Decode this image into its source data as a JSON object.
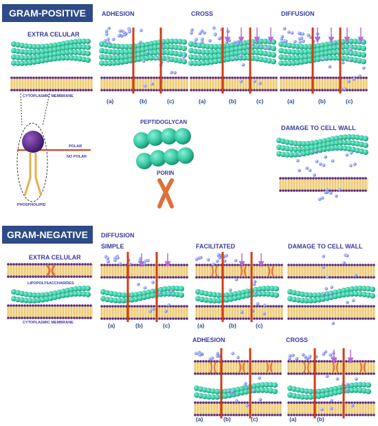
{
  "gram_positive": {
    "banner": "GRAM-POSITIVE",
    "extra_celular": "EXTRA CELULAR",
    "cytoplasmic_membrane": "CYTOPLASMIC MEMBRANE",
    "polar": "POLAR",
    "no_polar": "NO POLAR",
    "phospholipid": "PHOSPHOLIPID",
    "peptidoglycan": "PEPTIDOGLYCAN",
    "porin": "PORIN",
    "adhesion": "ADHESION",
    "cross": "CROSS",
    "diffusion": "DIFFUSION",
    "damage": "DAMAGE TO CELL WALL"
  },
  "gram_negative": {
    "banner": "GRAM-NEGATIVE",
    "diffusion": "DIFFUSION",
    "simple": "SIMPLE",
    "facilitated": "FACILITATED",
    "damage": "DAMAGE TO CELL WALL",
    "extra_celular": "EXTRA CELULAR",
    "lipopolysaccharides": "LIPOPOLYSACCHARIDES",
    "cytoplasmic_membrane": "CYTOPLASMIC MEMBRANE",
    "adhesion": "ADHESION",
    "cross": "CROSS"
  },
  "step_labels": {
    "a": "(a)",
    "b": "(b)",
    "c": "(c)"
  },
  "colors": {
    "banner": "#2d4b86",
    "label": "#3a3aa0",
    "peptidoglycan": "#3ecfaa",
    "membrane_head": "#5a2a86",
    "membrane_tail": "#e3b04a",
    "barrier": "#d23b14",
    "particle": "#8a9bff",
    "arrow": "#b86ad6",
    "porin": "#e0703a"
  }
}
